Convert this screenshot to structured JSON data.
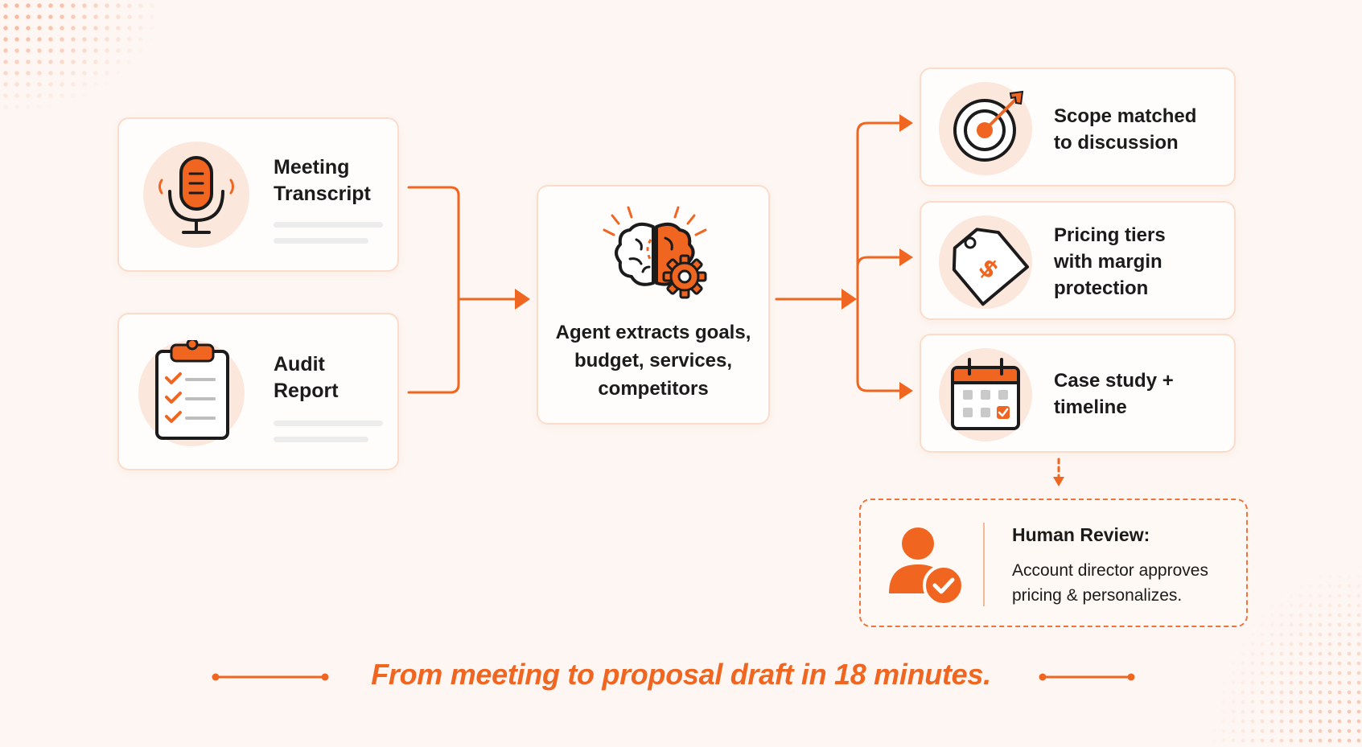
{
  "inputs": [
    {
      "title": "Meeting Transcript",
      "icon": "microphone-icon"
    },
    {
      "title": "Audit Report",
      "icon": "clipboard-checklist-icon"
    }
  ],
  "agent": {
    "icon": "brain-gear-icon",
    "text": "Agent extracts goals, budget, services, competitors"
  },
  "outputs": [
    {
      "title": "Scope matched to discussion",
      "icon": "target-icon"
    },
    {
      "title": "Pricing tiers with margin protection",
      "icon": "price-tag-icon"
    },
    {
      "title": "Case study + timeline",
      "icon": "calendar-icon"
    }
  ],
  "review": {
    "icon": "user-check-icon",
    "title": "Human Review:",
    "description": "Account director approves pricing & personalizes."
  },
  "tagline": "From meeting to proposal draft in 18 minutes.",
  "colors": {
    "accent": "#f0651f",
    "card_border": "#fbdccb",
    "background": "#fdf6f2"
  }
}
